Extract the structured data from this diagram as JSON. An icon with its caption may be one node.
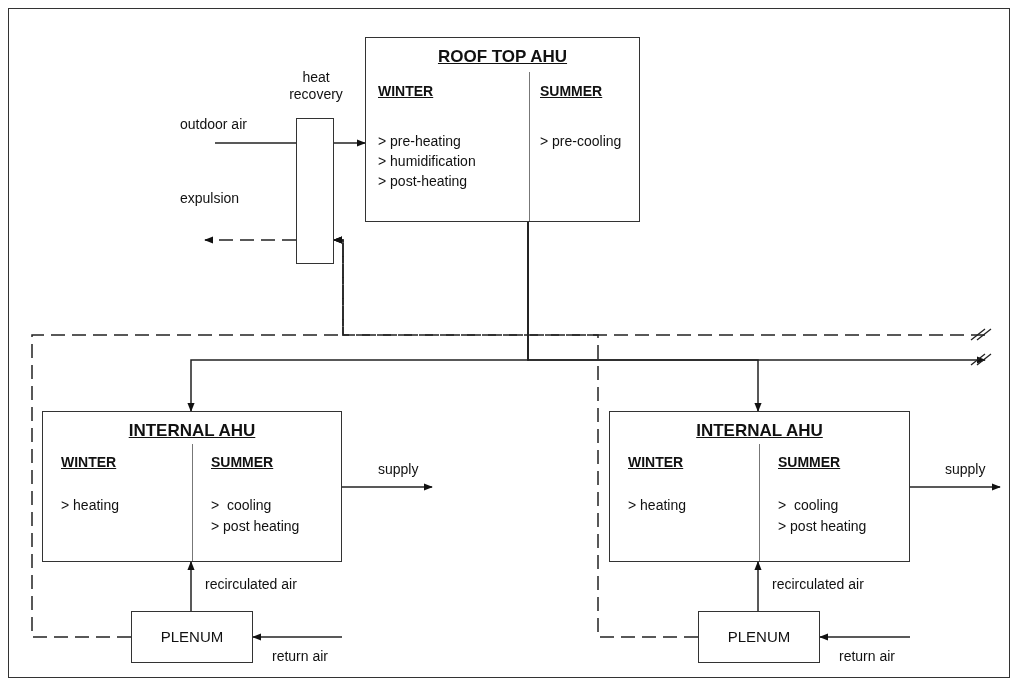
{
  "diagram": {
    "nodes": [
      {
        "text": [
          "ROOF TOP AHU",
          "WINTER",
          "> pre-heating",
          "> humidification",
          "> post-heating",
          "SUMMER",
          "> pre-cooling"
        ]
      },
      {
        "text": [
          "heat recovery"
        ]
      },
      {
        "text": [
          "INTERNAL AHU",
          "WINTER",
          "> heating",
          "SUMMER",
          ">  cooling",
          "> post heating"
        ]
      },
      {
        "text": [
          "PLENUM"
        ]
      },
      {
        "text": [
          "INTERNAL AHU",
          "WINTER",
          "> heating",
          "SUMMER",
          ">  cooling",
          "> post heating"
        ]
      },
      {
        "text": [
          "PLENUM"
        ]
      }
    ],
    "edges": [
      {
        "from": null,
        "to": 0,
        "arrow": "to",
        "label": "outdoor air"
      },
      {
        "from": 3,
        "to": 1,
        "arrow": "to",
        "style": "dashed"
      },
      {
        "from": 5,
        "to": 1,
        "arrow": "to",
        "style": "dashed"
      },
      {
        "from": null,
        "to": 1,
        "arrow": "to",
        "style": "dashed"
      },
      {
        "from": 1,
        "to": null,
        "arrow": "to",
        "style": "dashed",
        "label": "expulsion"
      },
      {
        "from": 0,
        "to": 2,
        "arrow": "to"
      },
      {
        "from": 0,
        "to": 4,
        "arrow": "to"
      },
      {
        "from": 0,
        "to": null,
        "arrow": "to"
      },
      {
        "from": 2,
        "to": null,
        "arrow": "to",
        "label": "supply"
      },
      {
        "from": 4,
        "to": null,
        "arrow": "to",
        "label": "supply"
      },
      {
        "from": 3,
        "to": 2,
        "arrow": "to",
        "label": "recirculated air"
      },
      {
        "from": 5,
        "to": 4,
        "arrow": "to",
        "label": "recirculated air"
      },
      {
        "from": null,
        "to": 3,
        "arrow": "to",
        "label": "return air"
      },
      {
        "from": null,
        "to": 5,
        "arrow": "to",
        "label": "return air"
      }
    ]
  }
}
